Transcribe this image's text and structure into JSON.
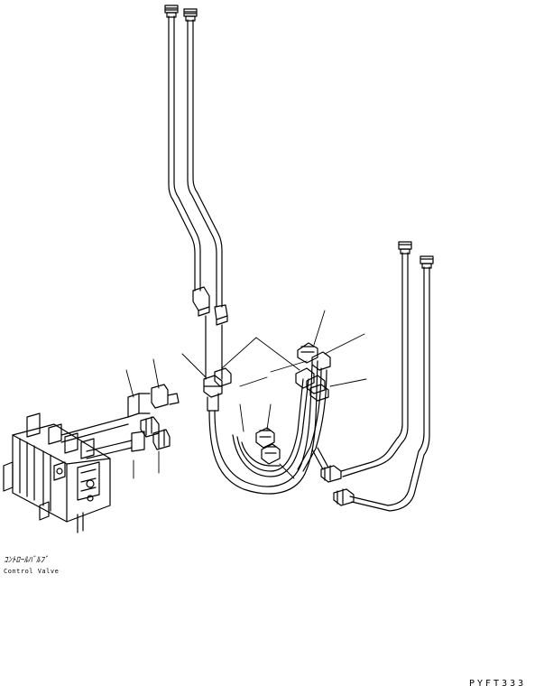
{
  "labels": {
    "component_jp": "ｺﾝﾄﾛｰﾙﾊﾞﾙﾌﾞ",
    "component_en": "Control Valve",
    "drawing_code": "PYFT333"
  },
  "colors": {
    "line": "#000000",
    "background": "#ffffff"
  }
}
